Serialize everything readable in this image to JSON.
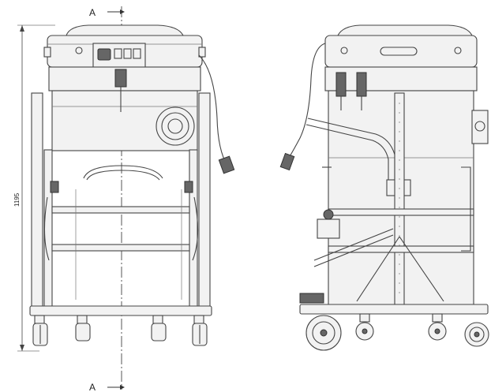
{
  "section_label_top": "A",
  "section_label_bottom": "A",
  "dimension_height": "1195",
  "colors": {
    "line": "#444444",
    "fill": "#f2f2f2",
    "background": "#ffffff"
  }
}
